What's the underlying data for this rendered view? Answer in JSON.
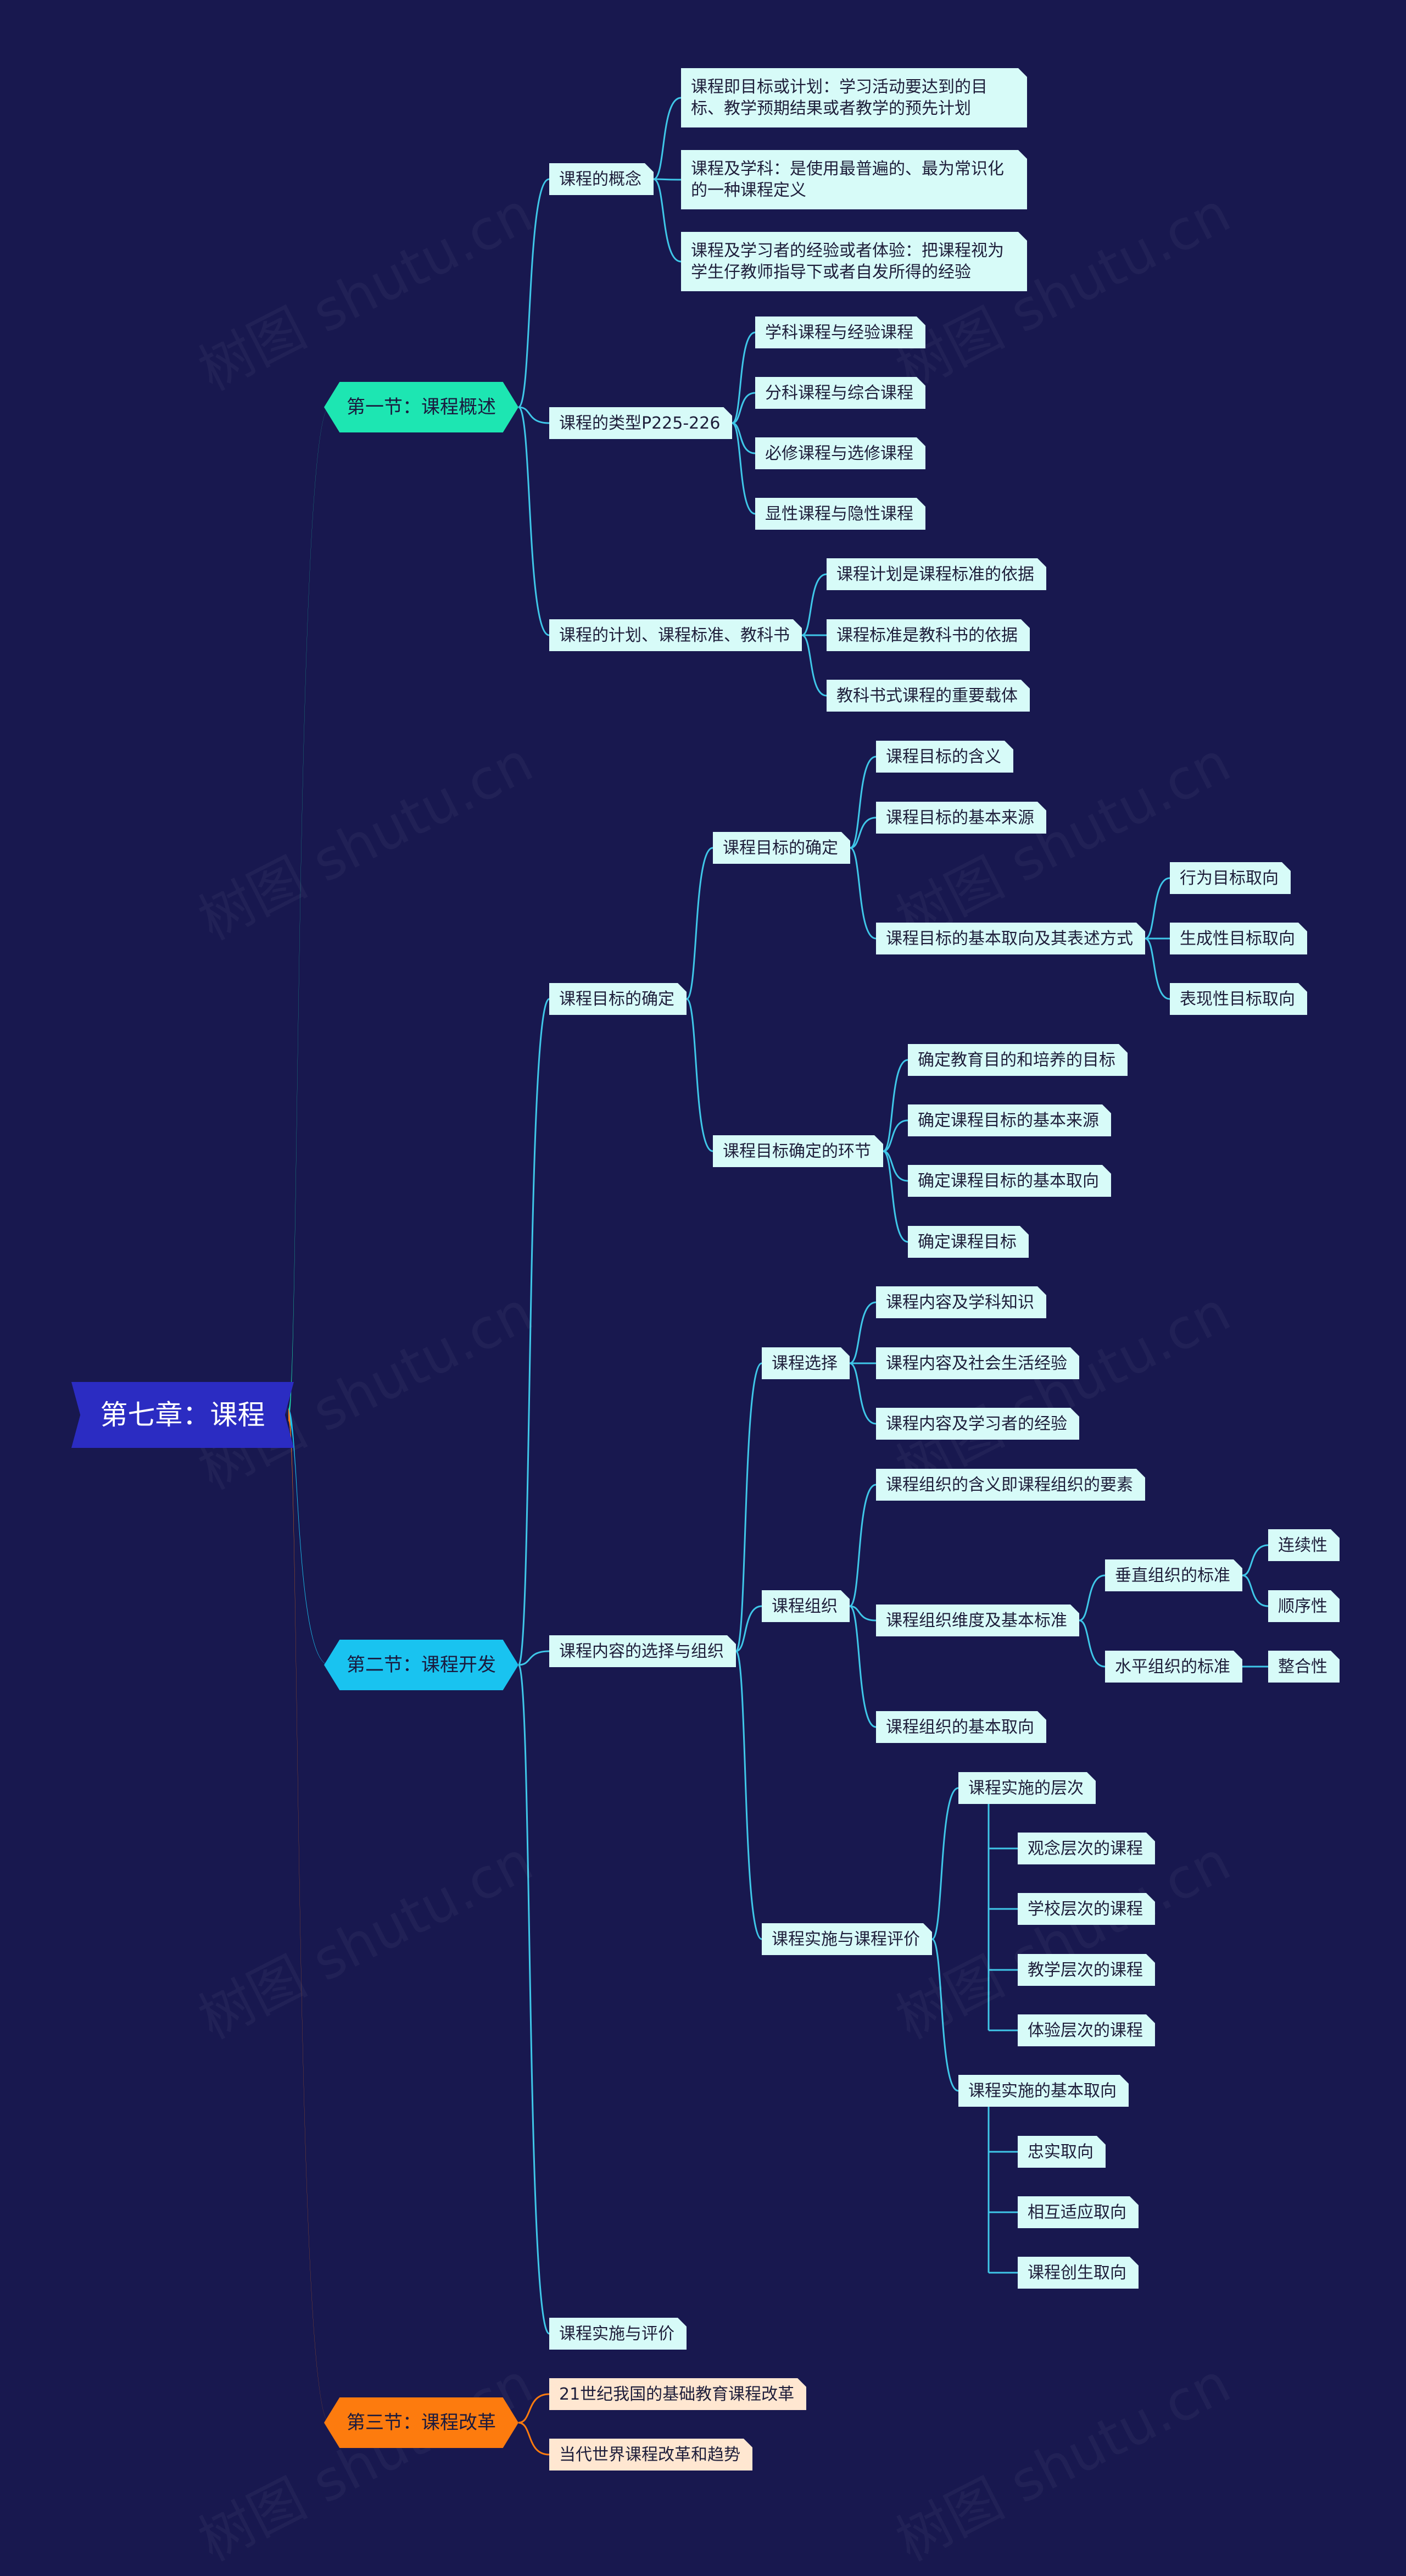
{
  "root": "第七章：课程",
  "sections": [
    "第一节：课程概述",
    "第二节：课程开发",
    "第三节：课程改革"
  ],
  "s1": {
    "concept": "课程的概念",
    "concept_items": [
      "课程即目标或计划：学习活动要达到的目标、教学预期结果或者教学的预先计划",
      "课程及学科：是使用最普遍的、最为常识化的一种课程定义",
      "课程及学习者的经验或者体验：把课程视为学生仔教师指导下或者自发所得的经验"
    ],
    "types": "课程的类型P225-226",
    "type_items": [
      "学科课程与经验课程",
      "分科课程与综合课程",
      "必修课程与选修课程",
      "显性课程与隐性课程"
    ],
    "plan": "课程的计划、课程标准、教科书",
    "plan_items": [
      "课程计划是课程标准的依据",
      "课程标准是教科书的依据",
      "教科书式课程的重要载体"
    ]
  },
  "s2": {
    "goal": "课程目标的确定",
    "goal_def": "课程目标的确定",
    "goal_def_items": [
      "课程目标的含义",
      "课程目标的基本来源",
      "课程目标的基本取向及其表述方式"
    ],
    "orientations": [
      "行为目标取向",
      "生成性目标取向",
      "表现性目标取向"
    ],
    "goal_steps": "课程目标确定的环节",
    "goal_steps_items": [
      "确定教育目的和培养的目标",
      "确定课程目标的基本来源",
      "确定课程目标的基本取向",
      "确定课程目标"
    ],
    "content": "课程内容的选择与组织",
    "selection": "课程选择",
    "selection_items": [
      "课程内容及学科知识",
      "课程内容及社会生活经验",
      "课程内容及学习者的经验"
    ],
    "organization": "课程组织",
    "org_meaning": "课程组织的含义即课程组织的要素",
    "org_dims": "课程组织维度及基本标准",
    "vertical": "垂直组织的标准",
    "vertical_items": [
      "连续性",
      "顺序性"
    ],
    "horizontal": "水平组织的标准",
    "horizontal_items": [
      "整合性"
    ],
    "org_orient": "课程组织的基本取向",
    "impl_eval": "课程实施与课程评价",
    "levels": "课程实施的层次",
    "level_items": [
      "观念层次的课程",
      "学校层次的课程",
      "教学层次的课程",
      "体验层次的课程"
    ],
    "impl_orient": "课程实施的基本取向",
    "impl_orient_items": [
      "忠实取向",
      "相互适应取向",
      "课程创生取向"
    ],
    "impl": "课程实施与评价"
  },
  "s3": {
    "items": [
      "21世纪我国的基础教育课程改革",
      "当代世界课程改革和趋势"
    ]
  },
  "colors": {
    "background": "#18184f",
    "root": "#2b2cc2",
    "section1": "#1de6b2",
    "section2": "#19c3f0",
    "section3": "#fd7b0e",
    "branch_line": "#3fc7e8",
    "leaf": "#d7fbf8",
    "leaf_warm": "#ffe7d1"
  }
}
